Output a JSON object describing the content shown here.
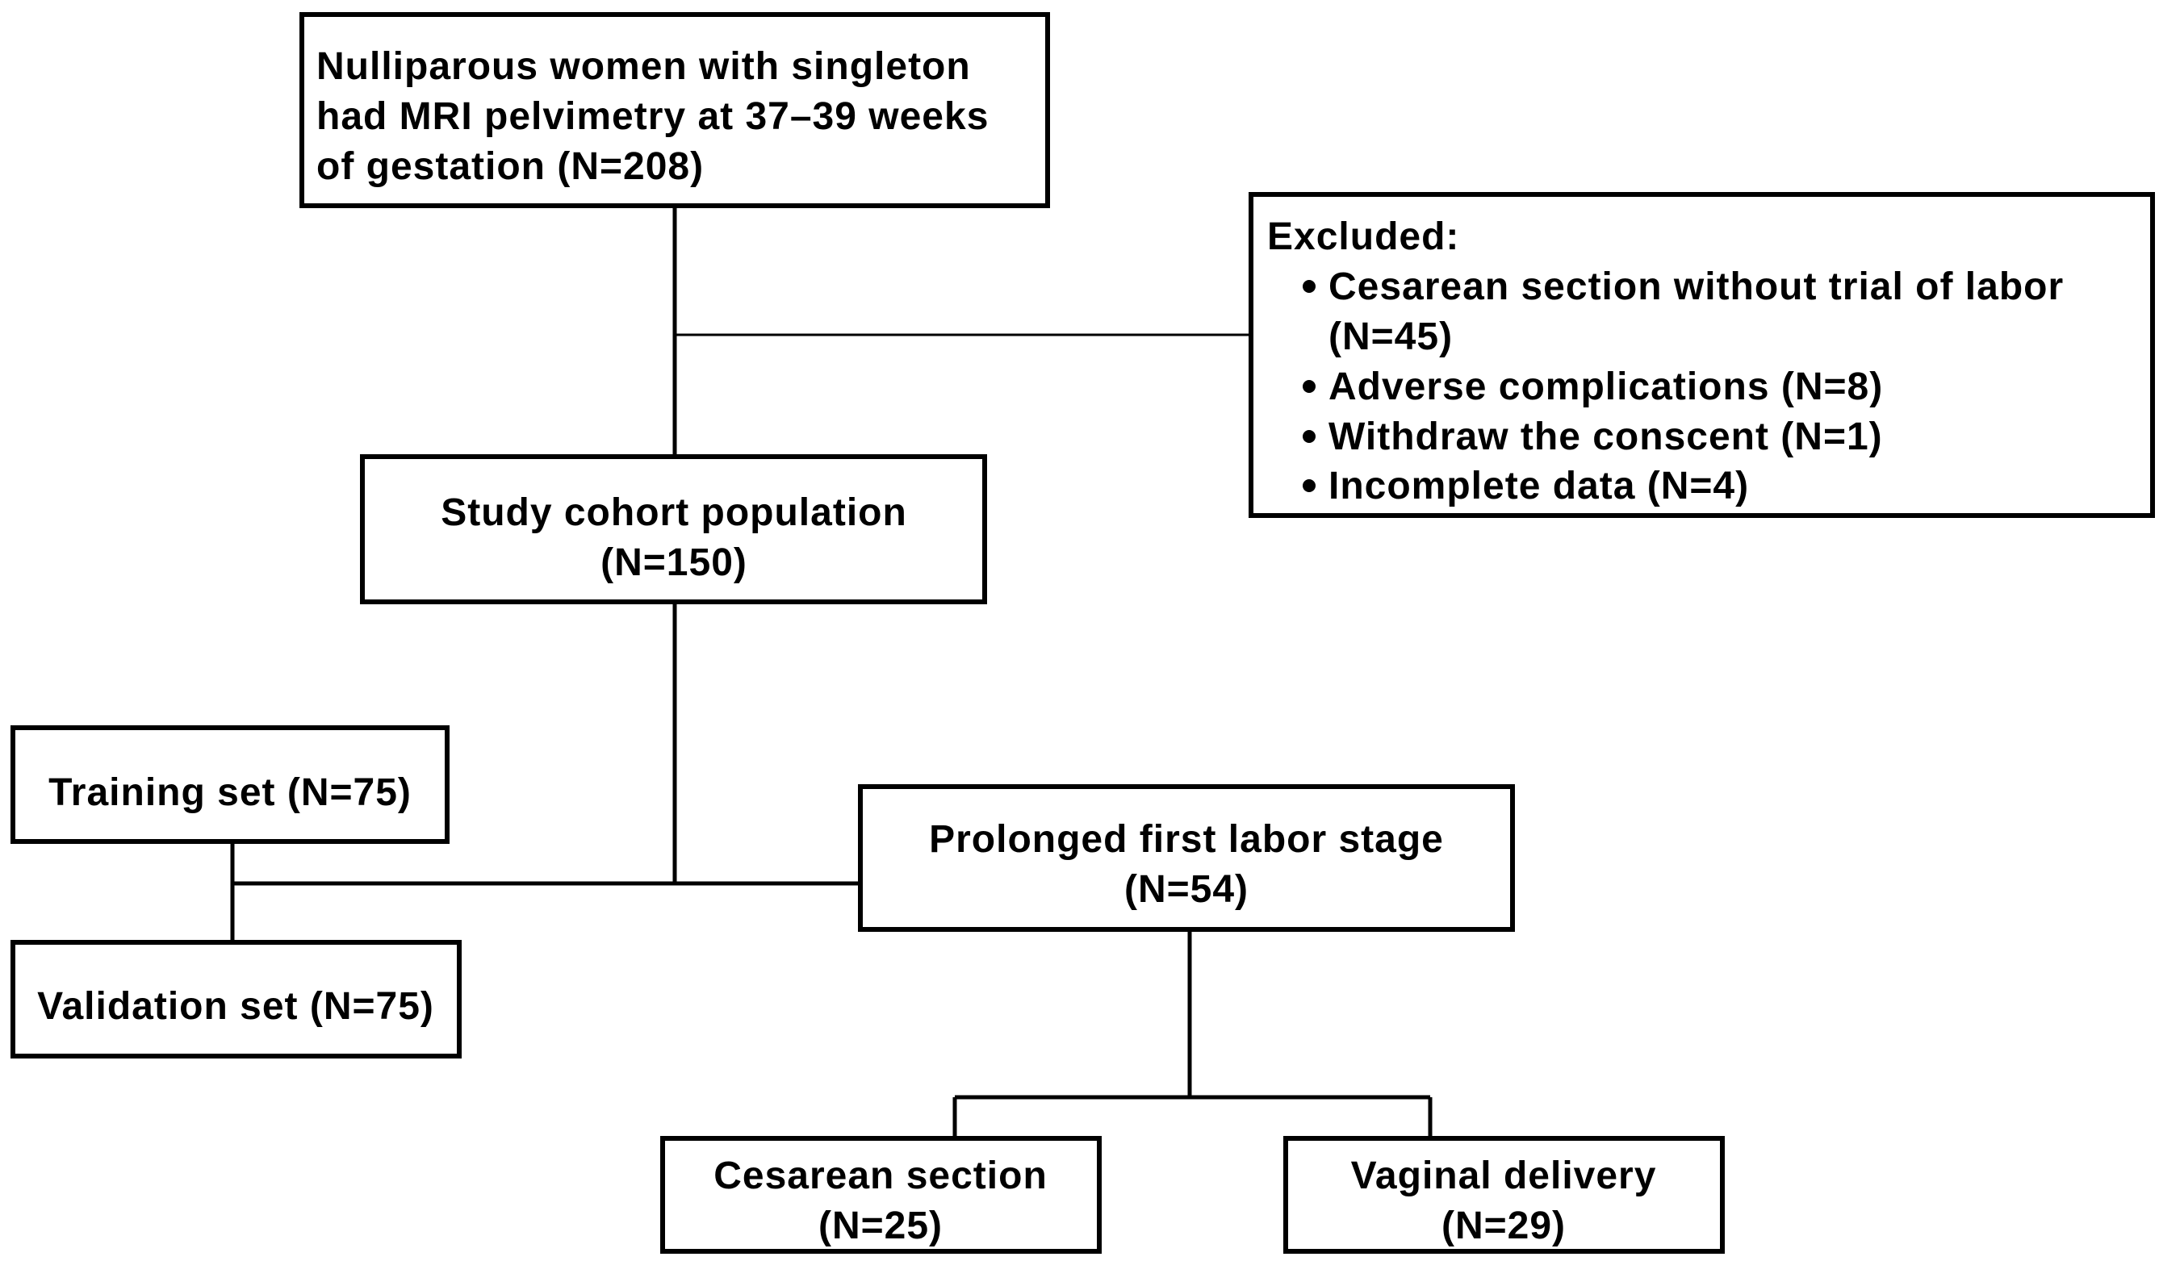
{
  "diagram": {
    "screening_box": {
      "lines": [
        "Nulliparous women with singleton",
        "had MRI pelvimetry at 37–39 weeks",
        "of gestation  (N=208)"
      ]
    },
    "excluded_box": {
      "title": "Excluded:",
      "items": [
        "Cesarean section without trial of labor",
        "(N=45)",
        "Adverse complications (N=8)",
        "Withdraw the conscent (N=1)",
        "Incomplete data (N=4)"
      ]
    },
    "cohort_box": {
      "label": "Study cohort population",
      "count": "(N=150)"
    },
    "training_box": {
      "label": "Training set (N=75)"
    },
    "validation_box": {
      "label": "Validation set (N=75)"
    },
    "prolonged_box": {
      "label": "Prolonged first labor stage",
      "count": "(N=54)"
    },
    "cesarean_box": {
      "label": "Cesarean section",
      "count": "(N=25)"
    },
    "vaginal_box": {
      "label": "Vaginal delivery",
      "count": "(N=29)"
    }
  }
}
